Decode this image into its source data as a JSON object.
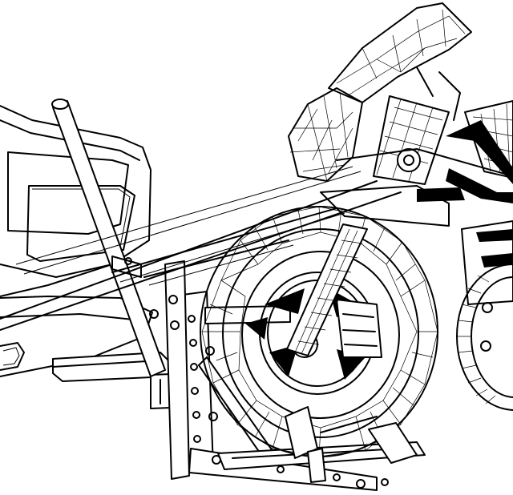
{
  "image": {
    "kind": "line-art illustration",
    "colors": {
      "ink": "#000000",
      "paper": "#ffffff"
    },
    "parts": [
      "vehicle-rear",
      "hitch-carrier-frame",
      "wheel-chock-cradle",
      "motorcycle-front-wheel",
      "motorcycle-fork",
      "motorcycle-fairing",
      "tie-down-straps"
    ]
  }
}
